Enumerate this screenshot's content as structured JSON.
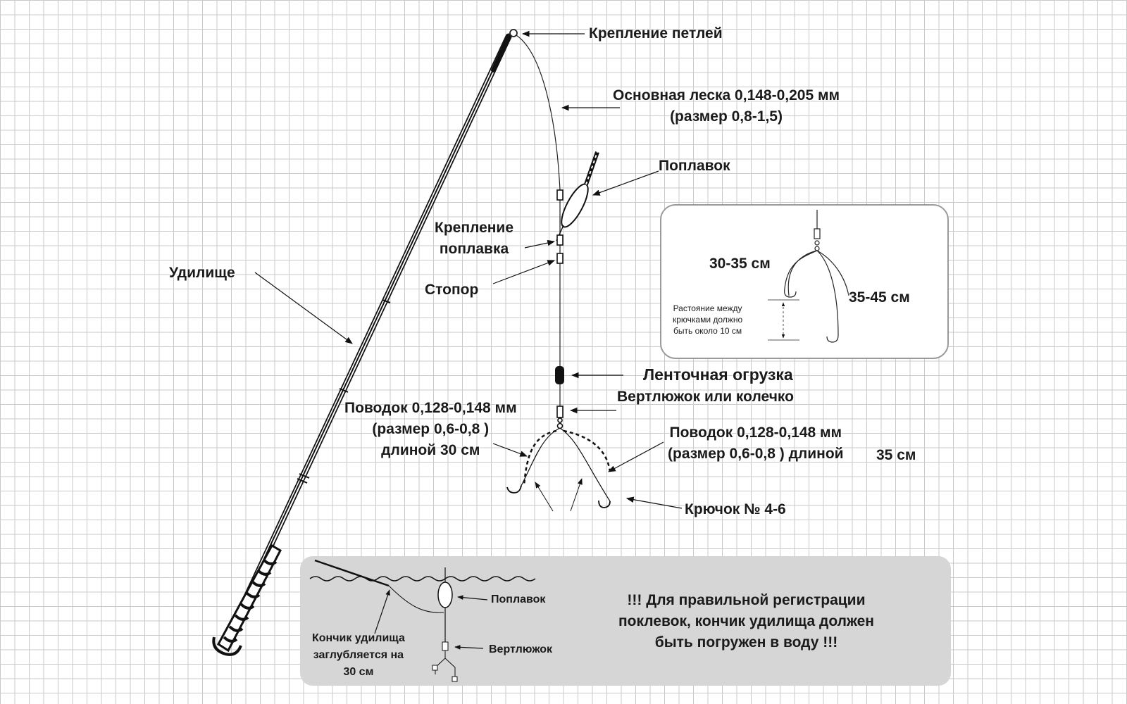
{
  "main_labels": {
    "loop_attachment": "Крепление петлей",
    "main_line_1": "Основная леска 0,148-0,205 мм",
    "main_line_2": "(размер 0,8-1,5)",
    "float": "Поплавок",
    "float_attachment_1": "Крепление",
    "float_attachment_2": "поплавка",
    "stopper": "Стопор",
    "rod": "Удилище",
    "tape_weight": "Ленточная огрузка",
    "swivel": "Вертлюжок или колечко",
    "leader_left_1": "Поводок 0,128-0,148 мм",
    "leader_left_2": "(размер 0,6-0,8 )",
    "leader_left_3": "длиной 30 см",
    "leader_right_1": "Поводок 0,128-0,148 мм",
    "leader_right_2": "(размер 0,6-0,8 ) длиной",
    "leader_right_3": "35 см",
    "hook": "Крючок № 4-6"
  },
  "inset_hooks": {
    "left_length": "30-35 см",
    "right_length": "35-45 см",
    "distance_note_1": "Растояние между",
    "distance_note_2": "крючками должно",
    "distance_note_3": "быть около 10 см"
  },
  "inset_water": {
    "float": "Поплавок",
    "swivel": "Вертлюжок",
    "tip_depth_1": "Кончик удилища",
    "tip_depth_2": "заглубляется на",
    "tip_depth_3": "30 см",
    "notice_1": "!!! Для правильной регистрации",
    "notice_2": "поклевок, кончик удилища должен",
    "notice_3": "быть погружен в воду !!!"
  }
}
